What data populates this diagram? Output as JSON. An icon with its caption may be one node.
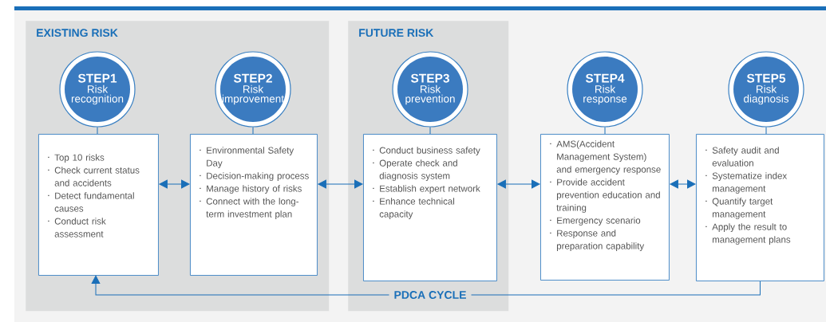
{
  "diagram": {
    "nodes": [
      {
        "text": [
          "EXISTING RISK"
        ]
      },
      {
        "text": [
          "STEP1",
          "Risk recognition"
        ],
        "in": 0
      },
      {
        "text": [
          "Top 10 risks",
          "Check current status and accidents",
          "Detect fundamental causes",
          "Conduct risk assessment"
        ],
        "in": 0
      },
      {
        "text": [
          "STEP2",
          "Risk improvement"
        ],
        "in": 0
      },
      {
        "text": [
          "Environmental Safety Day",
          "Decision-making process",
          "Manage history of risks",
          "Connect with the long-term investment plan"
        ],
        "in": 0
      },
      {
        "text": [
          "FUTURE RISK"
        ]
      },
      {
        "text": [
          "STEP3",
          "Risk prevention"
        ],
        "in": 5
      },
      {
        "text": [
          "Conduct business safety",
          "Operate check and diagnosis system",
          "Establish expert network",
          "Enhance technical capacity"
        ],
        "in": 5
      },
      {
        "text": [
          "STEP4",
          "Risk response"
        ]
      },
      {
        "text": [
          "AMS(Accident Management System) and emergency response",
          "Provide accident prevention education and training",
          "Emergency scenario",
          "Response and preparation capability"
        ]
      },
      {
        "text": [
          "STEP5",
          "Risk diagnosis"
        ]
      },
      {
        "text": [
          "Safety audit and evaluation",
          "Systematize index management",
          "Quantify target management",
          "Apply the result to management plans"
        ]
      }
    ],
    "edges": [
      {
        "from": 1,
        "to": 2,
        "arrow": "none"
      },
      {
        "from": 3,
        "to": 4,
        "arrow": "none"
      },
      {
        "from": 6,
        "to": 7,
        "arrow": "none"
      },
      {
        "from": 8,
        "to": 9,
        "arrow": "none"
      },
      {
        "from": 10,
        "to": 11,
        "arrow": "none"
      },
      {
        "from": 2,
        "to": 4,
        "arrow": "both"
      },
      {
        "from": 4,
        "to": 7,
        "arrow": "both"
      },
      {
        "from": 7,
        "to": 9,
        "arrow": "both"
      },
      {
        "from": 9,
        "to": 11,
        "arrow": "both"
      },
      {
        "from": 11,
        "to": 2,
        "arrow": "to",
        "label": "PDCA CYCLE"
      }
    ]
  }
}
